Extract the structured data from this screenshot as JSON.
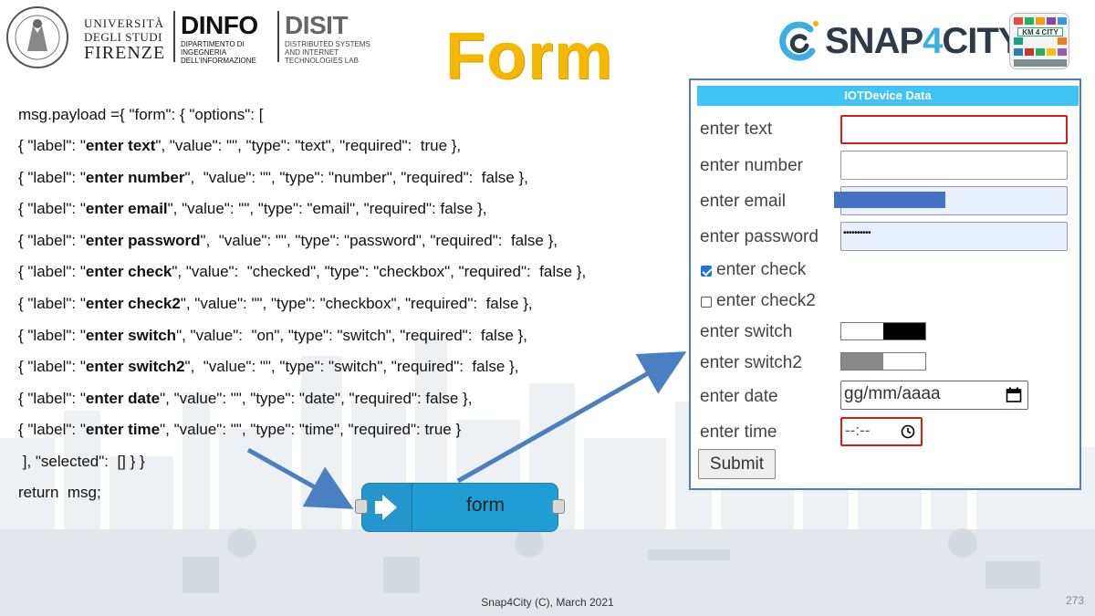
{
  "header": {
    "university": [
      "UNIVERSITÀ",
      "DEGLI STUDI",
      "FIRENZE"
    ],
    "dinfo_title": "DINFO",
    "dinfo_sub": "DIPARTIMENTO DI\nINGEGNERIA\nDELL'INFORMAZIONE",
    "disit_title": "DISIT",
    "disit_sub": "DISTRIBUTED SYSTEMS\nAND INTERNET\nTECHNOLOGIES LAB",
    "snap_prefix": "SNAP",
    "snap_four": "4",
    "snap_suffix": "CITY",
    "km4_label": "KM 4 CITY"
  },
  "slide_title": "Form",
  "code": {
    "line0": "msg.payload ={ \"form\": { \"options\": [",
    "items": [
      {
        "pre": "{ \"label\": \"",
        "bold": "enter text",
        "post": "\", \"value\": \"\", \"type\": \"text\", \"required\":  true },"
      },
      {
        "pre": "{ \"label\": \"",
        "bold": "enter number",
        "post": "\",  \"value\": \"\", \"type\": \"number\", \"required\":  false },"
      },
      {
        "pre": "{ \"label\": \"",
        "bold": "enter email",
        "post": "\", \"value\": \"\", \"type\": \"email\", \"required\": false },"
      },
      {
        "pre": "{ \"label\": \"",
        "bold": "enter password",
        "post": "\",  \"value\": \"\", \"type\": \"password\", \"required\":  false },"
      },
      {
        "pre": "{ \"label\": \"",
        "bold": "enter check",
        "post": "\", \"value\":  \"checked\", \"type\": \"checkbox\", \"required\":  false },"
      },
      {
        "pre": "{ \"label\": \"",
        "bold": "enter check2",
        "post": "\", \"value\": \"\", \"type\": \"checkbox\", \"required\":  false },"
      },
      {
        "pre": "{ \"label\": \"",
        "bold": "enter switch",
        "post": "\", \"value\":  \"on\", \"type\": \"switch\", \"required\":  false },"
      },
      {
        "pre": "{ \"label\": \"",
        "bold": "enter switch2",
        "post": "\",  \"value\": \"\", \"type\": \"switch\", \"required\":  false },"
      },
      {
        "pre": "{ \"label\": \"",
        "bold": "enter date",
        "post": "\", \"value\": \"\", \"type\": \"date\", \"required\": false },"
      },
      {
        "pre": "{ \"label\": \"",
        "bold": "enter time",
        "post": "\", \"value\": \"\", \"type\": \"time\", \"required\": true }"
      }
    ],
    "closing": " ], \"selected\":  [] } }",
    "return": "return  msg;"
  },
  "node": {
    "label": "form",
    "color": "#1f9ed6"
  },
  "form_panel": {
    "header": "IOTDevice Data",
    "header_color": "#40c4f4",
    "fields": {
      "text": {
        "label": "enter text"
      },
      "number": {
        "label": "enter number"
      },
      "email": {
        "label": "enter email"
      },
      "password": {
        "label": "enter password",
        "value": "••••••••••"
      },
      "check": {
        "label": "enter check",
        "checked": true
      },
      "check2": {
        "label": "enter check2",
        "checked": false
      },
      "switch": {
        "label": "enter switch",
        "on": true
      },
      "switch2": {
        "label": "enter switch2",
        "on": false
      },
      "date": {
        "label": "enter date",
        "placeholder": "gg/mm/aaaa"
      },
      "time": {
        "label": "enter time",
        "placeholder": "--:--"
      }
    },
    "submit_label": "Submit",
    "required_border_color": "#d81b1b",
    "autofill_color": "#e8f0fe"
  },
  "footer": "Snap4City (C), March 2021",
  "page_number": "273",
  "colors": {
    "title": "#f5b800",
    "arrow": "#4a7fc1",
    "panel_border": "#4a7fc1"
  }
}
